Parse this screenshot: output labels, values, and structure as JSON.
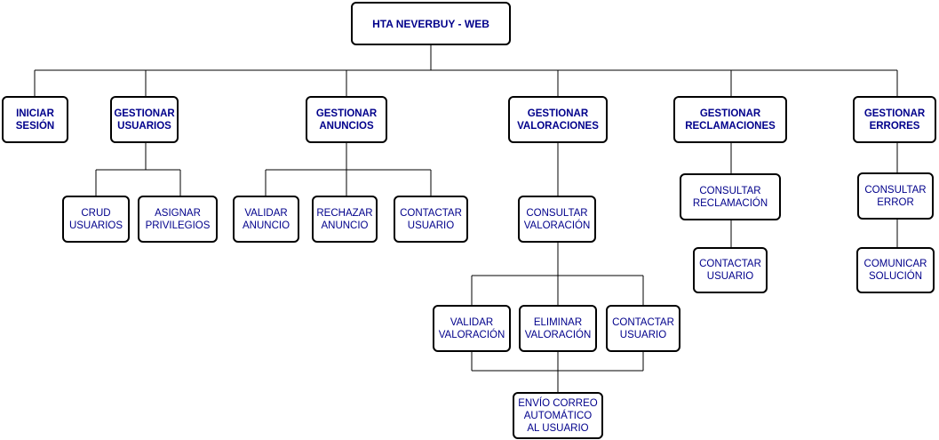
{
  "diagram": {
    "root": "HTA NEVERBUY - WEB",
    "iniciar_sesion": "INICIAR\nSESIÓN",
    "gestionar_usuarios": "GESTIONAR\nUSUARIOS",
    "crud_usuarios": "CRUD\nUSUARIOS",
    "asignar_privilegios": "ASIGNAR\nPRIVILEGIOS",
    "gestionar_anuncios": "GESTIONAR\nANUNCIOS",
    "validar_anuncio": "VALIDAR\nANUNCIO",
    "rechazar_anuncio": "RECHAZAR\nANUNCIO",
    "contactar_usuario_anuncios": "CONTACTAR\nUSUARIO",
    "gestionar_valoraciones": "GESTIONAR\nVALORACIONES",
    "consultar_valoracion": "CONSULTAR\nVALORACIÓN",
    "validar_valoracion": "VALIDAR\nVALORACIÓN",
    "eliminar_valoracion": "ELIMINAR\nVALORACIÓN",
    "contactar_usuario_valoraciones": "CONTACTAR\nUSUARIO",
    "envio_correo": "ENVÍO CORREO\nAUTOMÁTICO\nAL USUARIO",
    "gestionar_reclamaciones": "GESTIONAR\nRECLAMACIONES",
    "consultar_reclamacion": "CONSULTAR\nRECLAMACIÓN",
    "contactar_usuario_reclamaciones": "CONTACTAR\nUSUARIO",
    "gestionar_errores": "GESTIONAR\nERRORES",
    "consultar_error": "CONSULTAR\nERROR",
    "comunicar_solucion": "COMUNICAR\nSOLUCIÓN"
  }
}
